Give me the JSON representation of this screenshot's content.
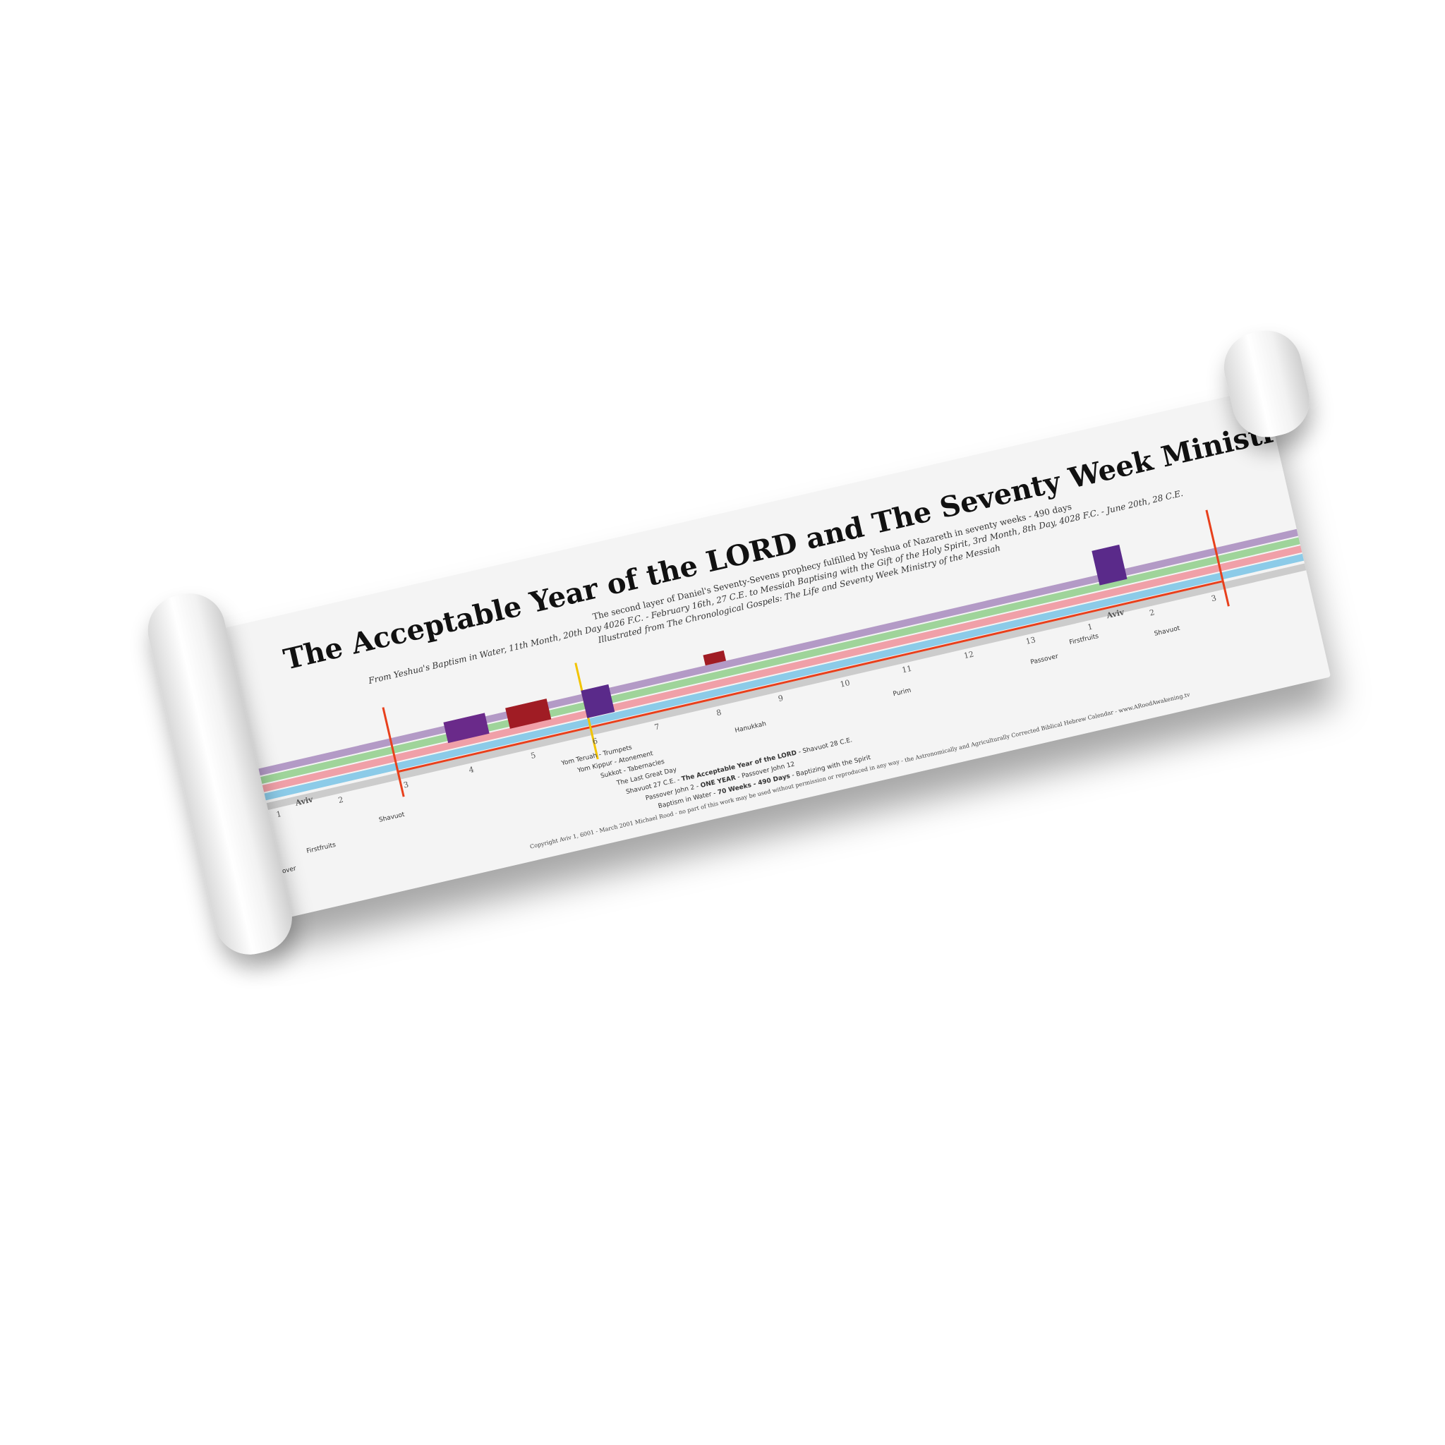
{
  "title": "The Acceptable Year of the LORD and The Seventy Week Ministry of Messiah",
  "subtitle1": "The second layer of Daniel's Seventy-Sevens prophecy fulfilled by Yeshua of Nazareth in seventy weeks - 490 days",
  "subtitle2": "From Yeshua's Baptism in Water, 11th Month, 20th Day 4026 F.C. - February 16th, 27 C.E. to Messiah Baptising with the Gift of the Holy Spirit, 3rd Month, 8th Day, 4028 F.C. - June 20th, 28 C.E.",
  "subtitle3": "Illustrated from The Chronological Gospels: The Life and Seventy Week Ministry of the Messiah",
  "feasts": [
    "Passover",
    "Firstfruits",
    "Shavuot",
    "Yom Teruah - Trumpets",
    "Yom Kippur - Atonement",
    "Sukkot - Tabernacles",
    "The Last Great Day",
    "Hanukkah",
    "Purim",
    "Passover",
    "Firstfruits",
    "Shavuot"
  ],
  "spans": {
    "shavuot": "Shavuot 27 C.E. - ",
    "acceptable": "The Acceptable Year of the LORD",
    "shavuot2": " - Shavuot 28 C.E.",
    "passover": "Passover John 2 - ",
    "one_year": "ONE YEAR",
    "passover2": " - Passover John 12",
    "baptism": "Baptism in Water - ",
    "weeks": "70 Weeks - 490 Days",
    "baptism2": " - Baptizing with the Spirit"
  },
  "months": [
    "1",
    "2",
    "3",
    "4",
    "5",
    "6",
    "7",
    "8",
    "9",
    "10",
    "11",
    "12",
    "13",
    "1",
    "2",
    "3"
  ],
  "aviv": "Aviv",
  "copyright": "Copyright Aviv 1, 6001 - March 2001 Michael Rood - no part of this work may be used without permission or reproduced in any way - the Astronomically and Agriculturally Corrected Biblical Hebrew Calendar - www.ARoodAwakening.tv",
  "colors": {
    "purple": "#b39ac6",
    "green": "#9fd49a",
    "pink": "#f0a0a8",
    "blue": "#8ccbe8",
    "red": "#e8401c",
    "darkred": "#a01c24",
    "yellow": "#f2c400"
  }
}
